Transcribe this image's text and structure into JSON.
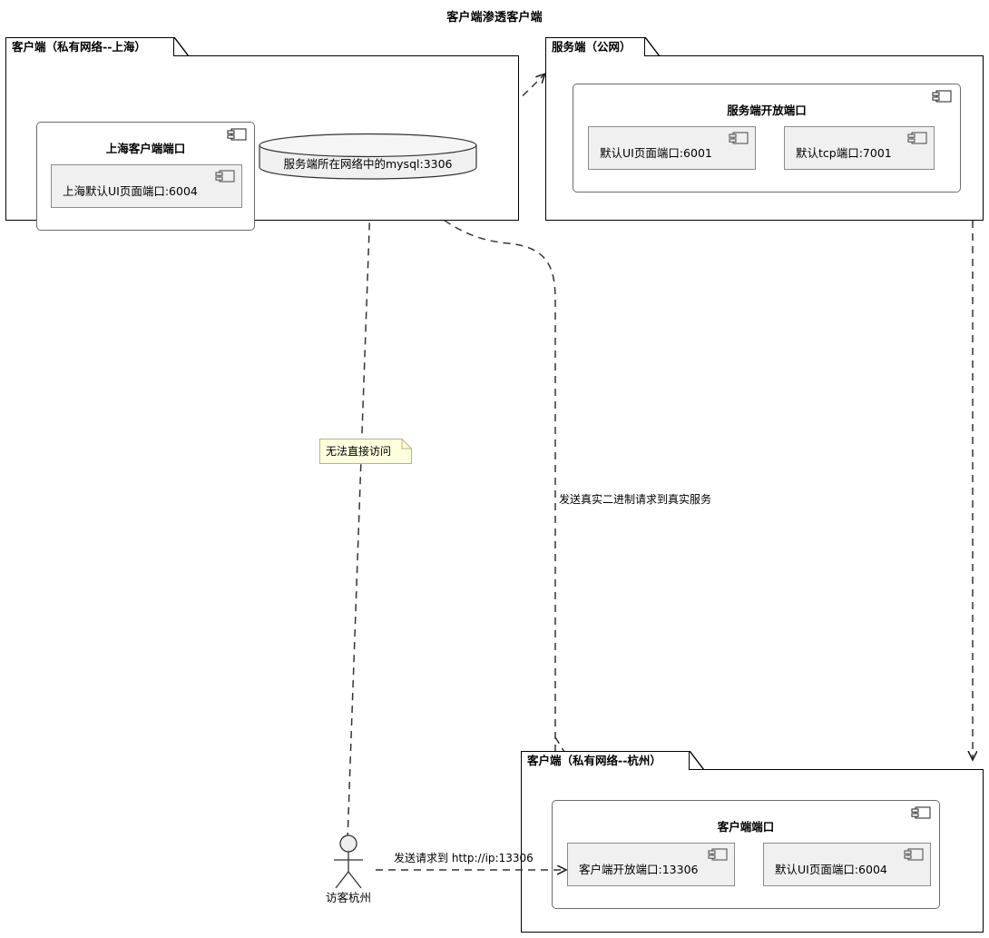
{
  "diagram": {
    "title": "客户端渗透客户端",
    "type": "uml-deployment-diagram"
  },
  "packages": [
    {
      "id": "shanghai-client",
      "name": "客户端（私有网络--上海）",
      "components": [
        {
          "id": "shanghai-client-port",
          "title": "上海客户端端口",
          "icon": "uml-component-icon",
          "children": [
            {
              "id": "shanghai-ui-port",
              "label": "上海默认UI页面端口:6004",
              "icon": "uml-component-icon"
            }
          ]
        }
      ]
    },
    {
      "id": "server-public",
      "name": "服务端（公网）",
      "components": [
        {
          "id": "server-open-port",
          "title": "服务端开放端口",
          "icon": "uml-component-icon",
          "children": [
            {
              "id": "server-ui-port",
              "label": "默认UI页面端口:6001",
              "icon": "uml-component-icon"
            },
            {
              "id": "server-tcp-port",
              "label": "默认tcp端口:7001",
              "icon": "uml-component-icon"
            }
          ]
        }
      ]
    },
    {
      "id": "hangzhou-client",
      "name": "客户端（私有网络--杭州）",
      "components": [
        {
          "id": "hangzhou-client-port",
          "title": "客户端端口",
          "icon": "uml-component-icon",
          "children": [
            {
              "id": "hangzhou-open-port",
              "label": "客户端开放端口:13306",
              "icon": "uml-component-icon"
            },
            {
              "id": "hangzhou-ui-port",
              "label": "默认UI页面端口:6004",
              "icon": "uml-component-icon"
            }
          ]
        }
      ]
    }
  ],
  "database": {
    "id": "server-network-mysql",
    "label": "服务端所在网络中的mysql:3306",
    "shape": "cylinder"
  },
  "actor": {
    "id": "visitor-hangzhou",
    "label": "访客杭州",
    "shape": "uml-actor"
  },
  "note": {
    "id": "cannot-access-note",
    "text": "无法直接访问",
    "fill": "#feffdd",
    "border": "#b7b77a"
  },
  "edges": [
    {
      "id": "edge-actor-to-hangzhou",
      "label": "发送请求到 http://ip:13306",
      "style": "dashed",
      "arrow": "open",
      "from": "visitor-hangzhou",
      "to": "hangzhou-open-port"
    },
    {
      "id": "edge-server-to-hangzhou",
      "label": "发送真实二进制请求到真实服务",
      "style": "dashed",
      "arrow": "open",
      "from": "server-public",
      "to": "hangzhou-client"
    },
    {
      "id": "edge-actor-to-mysql",
      "label": "",
      "style": "dashed",
      "arrow": "none",
      "from": "visitor-hangzhou",
      "to": "server-network-mysql"
    },
    {
      "id": "edge-shanghai-to-server",
      "label": "",
      "style": "dashed",
      "arrow": "open",
      "from": "shanghai-client",
      "to": "server-public"
    },
    {
      "id": "edge-hangzhou-to-mysql",
      "label": "",
      "style": "dashed",
      "arrow": "open",
      "from": "hangzhou-open-port",
      "to": "server-network-mysql"
    }
  ],
  "colors": {
    "background": "#ffffff",
    "package_border": "#000000",
    "component_fill": "#ffffff",
    "component_border": "#6b6b6b",
    "inner_component_fill": "#f0f0f0",
    "inner_component_border": "#8a8a8a",
    "database_fill": "#f0f0f0",
    "note_fill": "#feffdd",
    "edge": "#333333"
  }
}
